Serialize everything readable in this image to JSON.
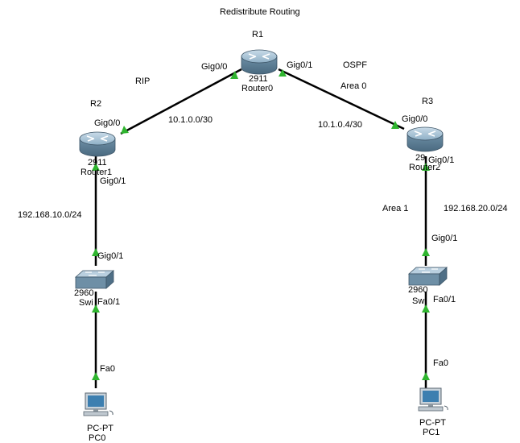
{
  "title": "Redistribute Routing",
  "protocols": {
    "rip": "RIP",
    "ospf": "OSPF",
    "area0": "Area 0",
    "area1": "Area 1"
  },
  "routers": {
    "r1": {
      "tag": "R1",
      "model": "2911",
      "name": "Router0",
      "ports": [
        "Gig0/0",
        "Gig0/1"
      ]
    },
    "r2": {
      "tag": "R2",
      "model": "2911",
      "name": "Router1",
      "ports": [
        "Gig0/0",
        "Gig0/1"
      ]
    },
    "r3": {
      "tag": "R3",
      "model": "29",
      "name": "Router2",
      "ports": [
        "Gig0/0",
        "Gig0/1"
      ]
    }
  },
  "switches": {
    "sw0": {
      "model": "2960",
      "name": "Swi",
      "ports": [
        "Gig0/1",
        "Fa0/1"
      ]
    },
    "sw1": {
      "model": "2960",
      "name": "Swi",
      "ports": [
        "Gig0/1",
        "Fa0/1"
      ]
    }
  },
  "pcs": {
    "pc0": {
      "type": "PC-PT",
      "name": "PC0",
      "port": "Fa0"
    },
    "pc1": {
      "type": "PC-PT",
      "name": "PC1",
      "port": "Fa0"
    }
  },
  "networks": {
    "r1_r2": "10.1.0.0/30",
    "r1_r3": "10.1.0.4/30",
    "lan_left": "192.168.10.0/24",
    "lan_right": "192.168.20.0/24"
  },
  "colors": {
    "link": "#000000",
    "link_up": "#2fb52f",
    "router_body": "#6e8fa6",
    "switch_body": "#6e8fa6"
  }
}
